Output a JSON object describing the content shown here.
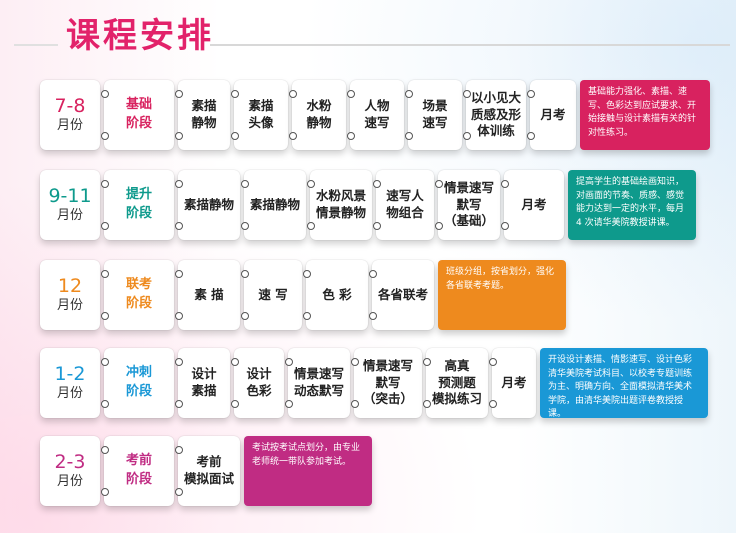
{
  "title": "课程安排",
  "colors": {
    "title": "#e2226a",
    "row1": "#d8225f",
    "row2": "#0e9a8c",
    "row3": "#ee8a1e",
    "row4": "#1a98d6",
    "row5": "#c02c83"
  },
  "rows": [
    {
      "month": "7-8",
      "unit": "月份",
      "stage": "基础\n阶段",
      "items": [
        "素描\n静物",
        "素描\n头像",
        "水粉\n静物",
        "人物\n速写",
        "场景\n速写",
        "以小见大\n质感及形\n体训练",
        "月考"
      ],
      "note": "基础能力强化、素描、速写、色彩达到应试要求、开始接触与设计素描有关的针对性练习。"
    },
    {
      "month": "9-11",
      "unit": "月份",
      "stage": "提升\n阶段",
      "items": [
        "素描静物",
        "素描静物",
        "水粉风景\n情景静物",
        "速写人\n物组合",
        "情景速写\n默写\n（基础）",
        "月考"
      ],
      "note": "提高学生的基础绘画知识，对画面的节奏、质感、感觉能力达到一定的水平，每月 4 次请华美院教授讲课。"
    },
    {
      "month": "12",
      "unit": "月份",
      "stage": "联考\n阶段",
      "items": [
        "素  描",
        "速  写",
        "色  彩",
        "各省联考"
      ],
      "note": "班级分组，按省划分，强化各省联考考题。"
    },
    {
      "month": "1-2",
      "unit": "月份",
      "stage": "冲刺\n阶段",
      "items": [
        "设计\n素描",
        "设计\n色彩",
        "情景速写\n动态默写",
        "情景速写\n默写\n（突击）",
        "高真\n预测题\n模拟练习",
        "月考"
      ],
      "note": "开设设计素描、情影速写、设计色彩清华美院考试科目、以校考专题训练为主、明确方向、全面模拟清华美术学院，由清华美院出题评卷教授授课。"
    },
    {
      "month": "2-3",
      "unit": "月份",
      "stage": "考前\n阶段",
      "items": [
        "考前\n模拟面试"
      ],
      "note": "考试按考试点划分，由专业老师统一带队参加考试。"
    }
  ]
}
